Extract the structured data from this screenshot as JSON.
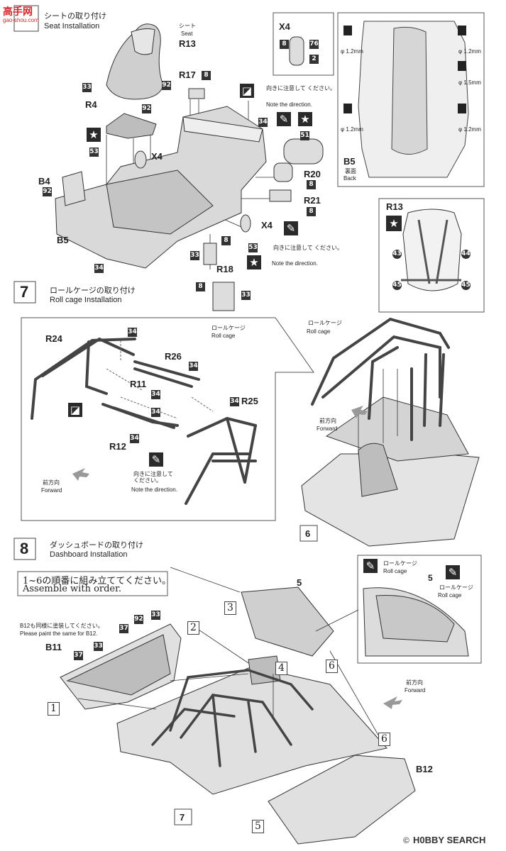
{
  "watermark": {
    "top_left_logo": "高手网",
    "top_left_url": "gao-shou.com",
    "brand": "H0BBY SEARCH",
    "copyright": "©"
  },
  "step6": {
    "title_ja": "シートの取り付け",
    "title_en": "Seat Installation"
  },
  "step7": {
    "number": "7",
    "title_ja": "ロールケージの取り付け",
    "title_en": "Roll cage Installation"
  },
  "step8": {
    "number": "8",
    "title_ja": "ダッシュボードの取り付け",
    "title_en": "Dashboard Installation"
  },
  "seat": {
    "label_ja": "シート",
    "label_en": "Seat",
    "part": "R13"
  },
  "parts": {
    "R17": "R17",
    "R4": "R4",
    "X4": "X4",
    "B4": "B4",
    "B5": "B5",
    "R18": "R18",
    "R20": "R20",
    "R21": "R21",
    "R24": "R24",
    "R26": "R26",
    "R11": "R11",
    "R25": "R25",
    "R12": "R12",
    "B11": "B11",
    "B12": "B12",
    "R13": "R13"
  },
  "colors": {
    "c33": "33",
    "c92": "92",
    "c8": "8",
    "c53": "53",
    "c34": "34",
    "c51": "51",
    "c76": "76",
    "c2": "2",
    "c43": "43",
    "c44": "44",
    "c45": "45",
    "c37": "37"
  },
  "notes": {
    "direction_ja": "向きに注意して ください。",
    "direction_en": "Note the direction.",
    "rollcage_ja": "ロールケージ",
    "rollcage_en": "Roll cage",
    "forward_ja": "前方向",
    "forward_en": "Forward",
    "back_ja": "裏面",
    "back_en": "Back",
    "assemble_ja": "1~6の順番に組み立ててください。",
    "assemble_en": "Assemble with order.",
    "paint_ja": "B12も同様に塗装してください。",
    "paint_en": "Please paint the same for B12."
  },
  "drill": {
    "d12": "φ 1.2mm",
    "d15": "φ 1.5mm"
  },
  "order_marks": [
    "1",
    "2",
    "3",
    "4",
    "5",
    "6",
    "7"
  ]
}
